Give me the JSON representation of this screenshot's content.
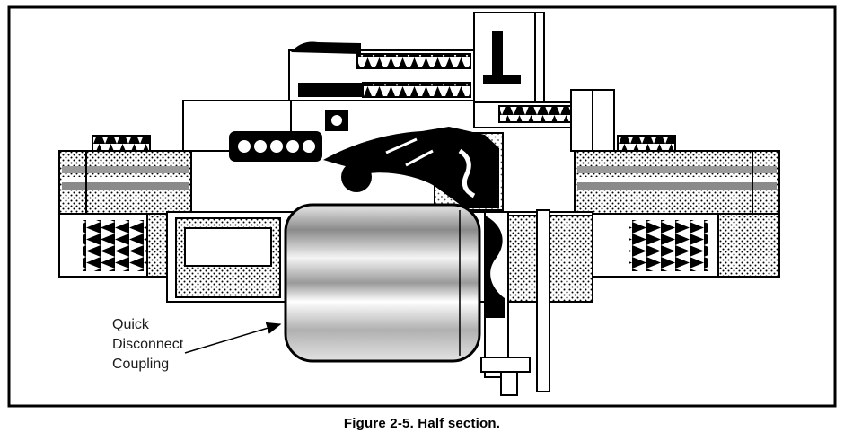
{
  "figure": {
    "caption": "Figure 2-5. Half section."
  },
  "callout": {
    "line1": "Quick",
    "line2": "Disconnect",
    "line3": "Coupling"
  },
  "icons": {
    "callout_arrow": "arrow-right-up"
  },
  "colors": {
    "ink": "#000000",
    "paper": "#ffffff",
    "shade_mid": "#9a9a9a",
    "shade_dark": "#6e6e6e"
  }
}
